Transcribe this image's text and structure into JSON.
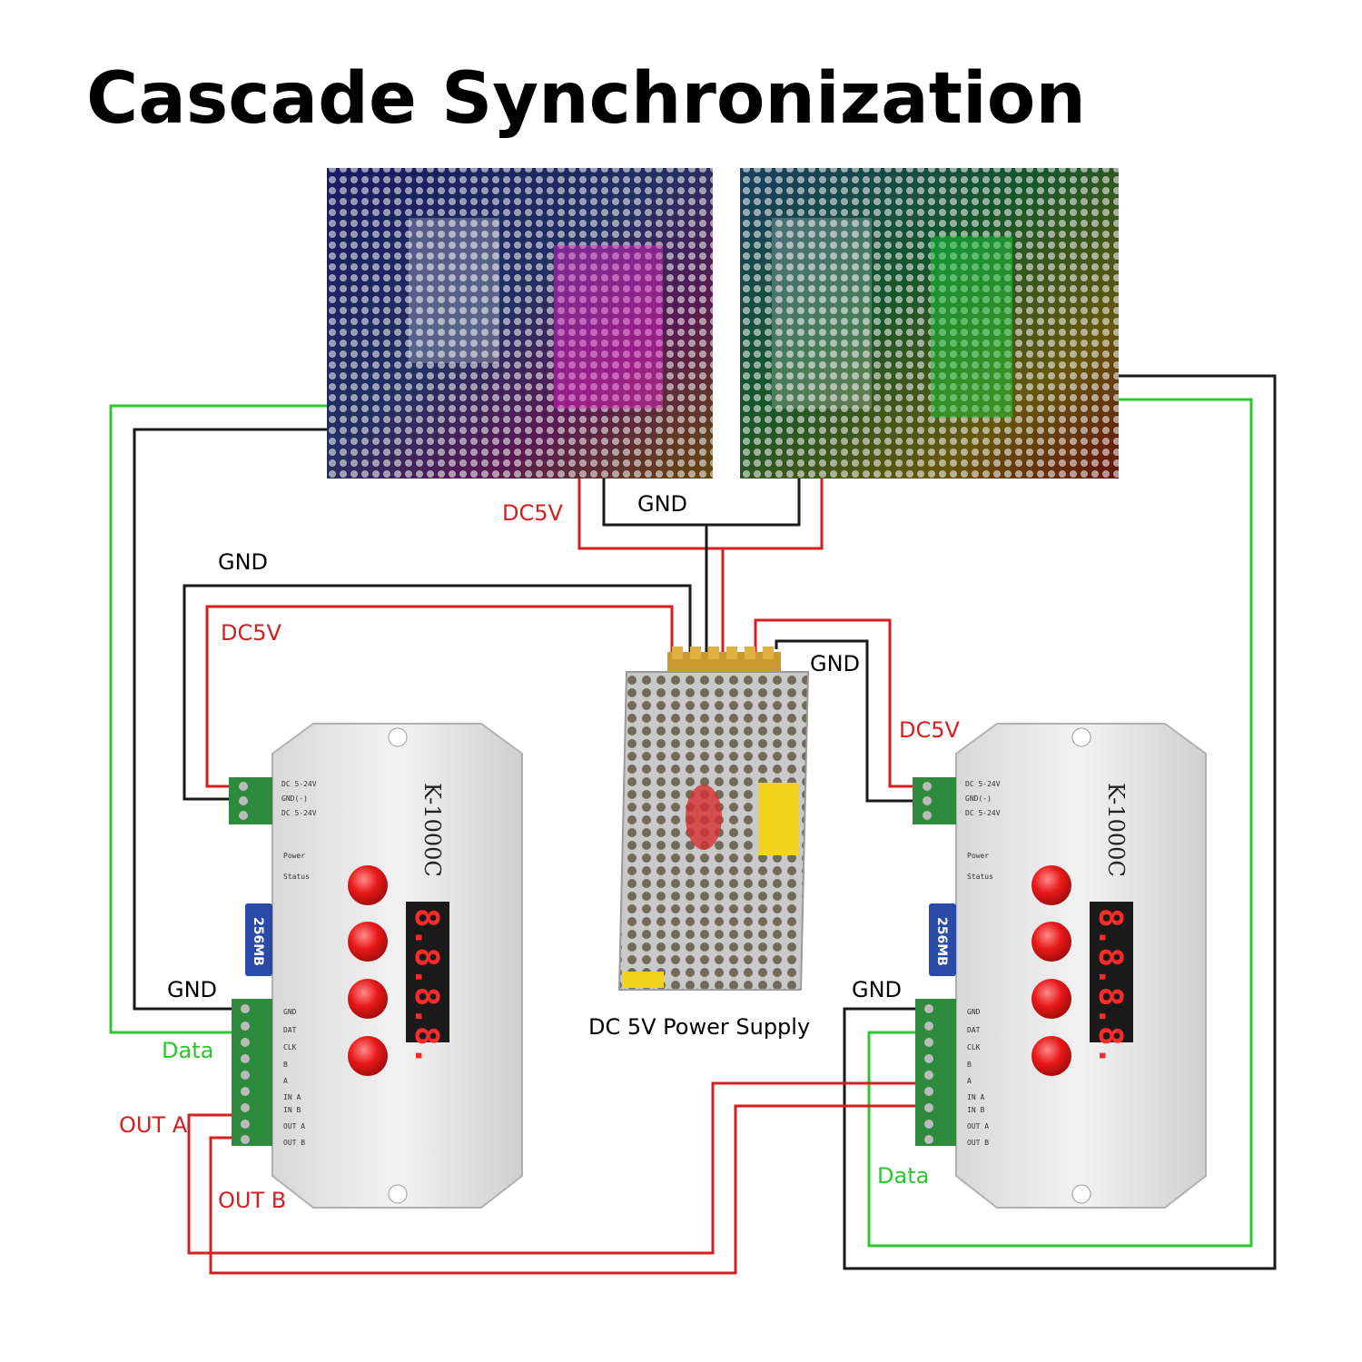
{
  "title": "Cascade Synchronization",
  "labels": {
    "panel_dc5v": "DC5V",
    "panel_gnd": "GND",
    "left_gnd_top": "GND",
    "left_dc5v_top": "DC5V",
    "right_gnd_top": "GND",
    "right_dc5v_top": "DC5V",
    "left_gnd_bottom": "GND",
    "left_data": "Data",
    "left_out_a": "OUT A",
    "left_out_b": "OUT B",
    "right_gnd_bottom": "GND",
    "right_data": "Data",
    "power_supply": "DC 5V Power Supply"
  },
  "controller": {
    "model": "K-1000C",
    "display": "8.8.8.8.",
    "sd_card": "256MB",
    "power_terminals": [
      "DC 5-24V",
      "GND(-)",
      "DC 5-24V"
    ],
    "status_lights": [
      "Power",
      "Status"
    ],
    "signal_terminals": [
      "GND",
      "DAT",
      "CLK",
      "B",
      "A",
      "IN A",
      "IN B",
      "OUT A",
      "OUT B"
    ]
  },
  "colors": {
    "wire_red": "#d42020",
    "wire_green": "#2ec62e",
    "wire_black": "#1a1a1a",
    "terminal_green": "#2e8b3e",
    "button_red": "#e81818",
    "controller_body": "#e4e4e4"
  }
}
